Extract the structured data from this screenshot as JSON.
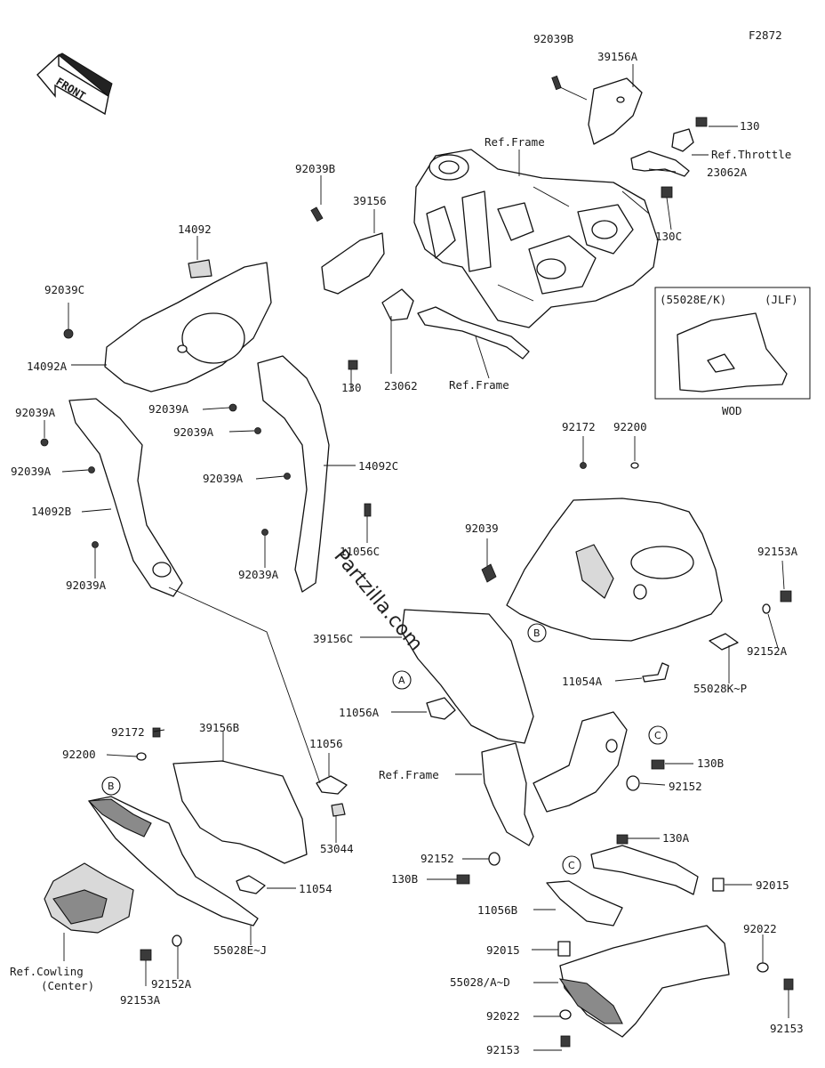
{
  "diagram_code": "F2872",
  "front_arrow": "FRONT",
  "watermark": "Partzilla.com",
  "inset": {
    "title_left": "(55028E/K)",
    "title_right": "(JLF)",
    "caption": "WOD"
  },
  "callouts": [
    "A",
    "B",
    "C"
  ],
  "labels": {
    "l92039B_top": "92039B",
    "l39156A": "39156A",
    "l130_top": "130",
    "lRefThrottle": "Ref.Throttle",
    "l23062A": "23062A",
    "l130C": "130C",
    "lRefFrame_top": "Ref.Frame",
    "l92039B_mid": "92039B",
    "l39156": "39156",
    "l14092": "14092",
    "l92039C": "92039C",
    "l14092A": "14092A",
    "l92039A_1": "92039A",
    "l92039A_2": "92039A",
    "l92039A_3": "92039A",
    "l92039A_4": "92039A",
    "l92039A_5": "92039A",
    "l92039A_6": "92039A",
    "l92039A_7": "92039A",
    "l14092B": "14092B",
    "l14092C": "14092C",
    "l11056C": "11056C",
    "l23062": "23062",
    "l130_mid": "130",
    "lRefFrame_mid": "Ref.Frame",
    "l92172_r": "92172",
    "l92200_r": "92200",
    "l92039": "92039",
    "l92153A_r": "92153A",
    "l92152A_r": "92152A",
    "l39156C": "39156C",
    "l11054A": "11054A",
    "l55028KP": "55028K~P",
    "l11056A": "11056A",
    "l92172_l": "92172",
    "l92200_l": "92200",
    "l39156B": "39156B",
    "l11056": "11056",
    "l53044": "53044",
    "l11054": "11054",
    "l55028EJ": "55028E~J",
    "l92152A_l": "92152A",
    "l92153A_l": "92153A",
    "lRefCowling1": "Ref.Cowling",
    "lRefCowling2": "(Center)",
    "lRefFrame_low": "Ref.Frame",
    "l130B_r": "130B",
    "l92152_r": "92152",
    "l130A": "130A",
    "l92015_r": "92015",
    "l92152_l": "92152",
    "l130B_l": "130B",
    "l11056B": "11056B",
    "l92015_l": "92015",
    "l92022_r": "92022",
    "l55028AD": "55028/A~D",
    "l92022_l": "92022",
    "l92153_r": "92153",
    "l92153_l": "92153"
  }
}
